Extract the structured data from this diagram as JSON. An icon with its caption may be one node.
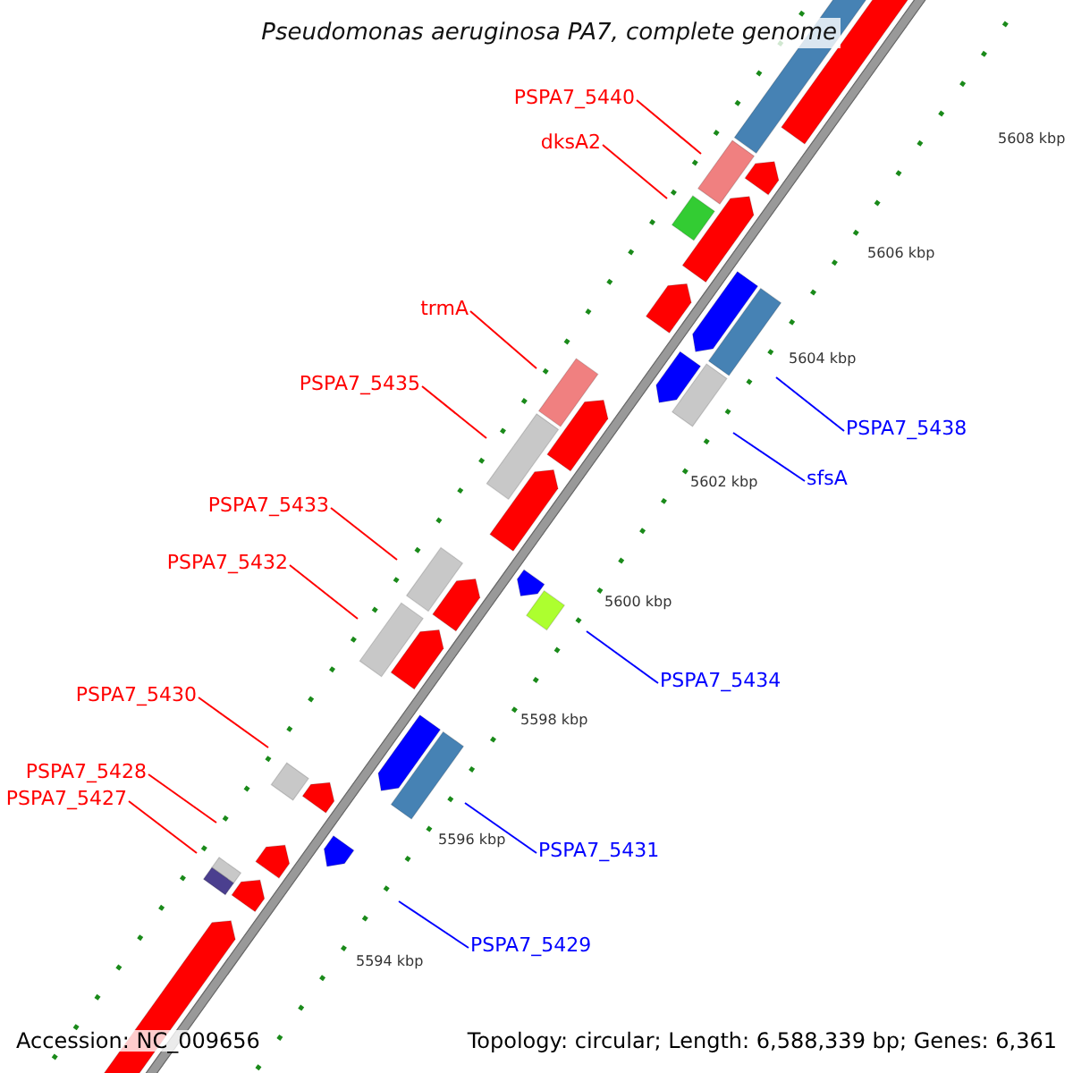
{
  "diagram": {
    "title": "Pseudomonas aeruginosa PA7, complete genome",
    "nodes": [
      {
        "text": [
          "PSPA7_5440"
        ]
      },
      {
        "text": [
          "dksA2"
        ]
      },
      {
        "text": [
          "trmA"
        ]
      },
      {
        "text": [
          "PSPA7_5435"
        ]
      },
      {
        "text": [
          "PSPA7_5438"
        ]
      },
      {
        "text": [
          "sfsA"
        ]
      },
      {
        "text": [
          "PSPA7_5433"
        ]
      },
      {
        "text": [
          "PSPA7_5432"
        ]
      },
      {
        "text": [
          "PSPA7_5434"
        ]
      },
      {
        "text": [
          "PSPA7_5430"
        ]
      },
      {
        "text": [
          "PSPA7_5428"
        ]
      },
      {
        "text": [
          "PSPA7_5427"
        ]
      },
      {
        "text": [
          "PSPA7_5431"
        ]
      },
      {
        "text": [
          "PSPA7_5429"
        ]
      }
    ],
    "edges": [
      {
        "from": 0,
        "to": null,
        "arrow": "none"
      },
      {
        "from": 1,
        "to": null,
        "arrow": "none"
      },
      {
        "from": 2,
        "to": null,
        "arrow": "none"
      },
      {
        "from": 3,
        "to": null,
        "arrow": "none"
      },
      {
        "from": 4,
        "to": null,
        "arrow": "none",
        "color": "#0000ff"
      },
      {
        "from": 5,
        "to": null,
        "arrow": "none",
        "color": "#0000ff"
      },
      {
        "from": 6,
        "to": null,
        "arrow": "none"
      },
      {
        "from": 7,
        "to": null,
        "arrow": "none"
      },
      {
        "from": 8,
        "to": null,
        "arrow": "none",
        "color": "#0000ff"
      },
      {
        "from": 9,
        "to": null,
        "arrow": "none"
      },
      {
        "from": 10,
        "to": null,
        "arrow": "none"
      },
      {
        "from": 11,
        "to": null,
        "arrow": "none"
      },
      {
        "from": 12,
        "to": null,
        "arrow": "none",
        "color": "#0000ff"
      },
      {
        "from": 13,
        "to": null,
        "arrow": "none",
        "color": "#0000ff"
      }
    ],
    "labels": [
      "5608 kbp",
      "5606 kbp",
      "5604 kbp",
      "5602 kbp",
      "5600 kbp",
      "5598 kbp",
      "5596 kbp",
      "5594 kbp",
      "Accession: NC_009656",
      "Topology: circular; Length: 6,588,339 bp; Genes: 6,361"
    ]
  }
}
